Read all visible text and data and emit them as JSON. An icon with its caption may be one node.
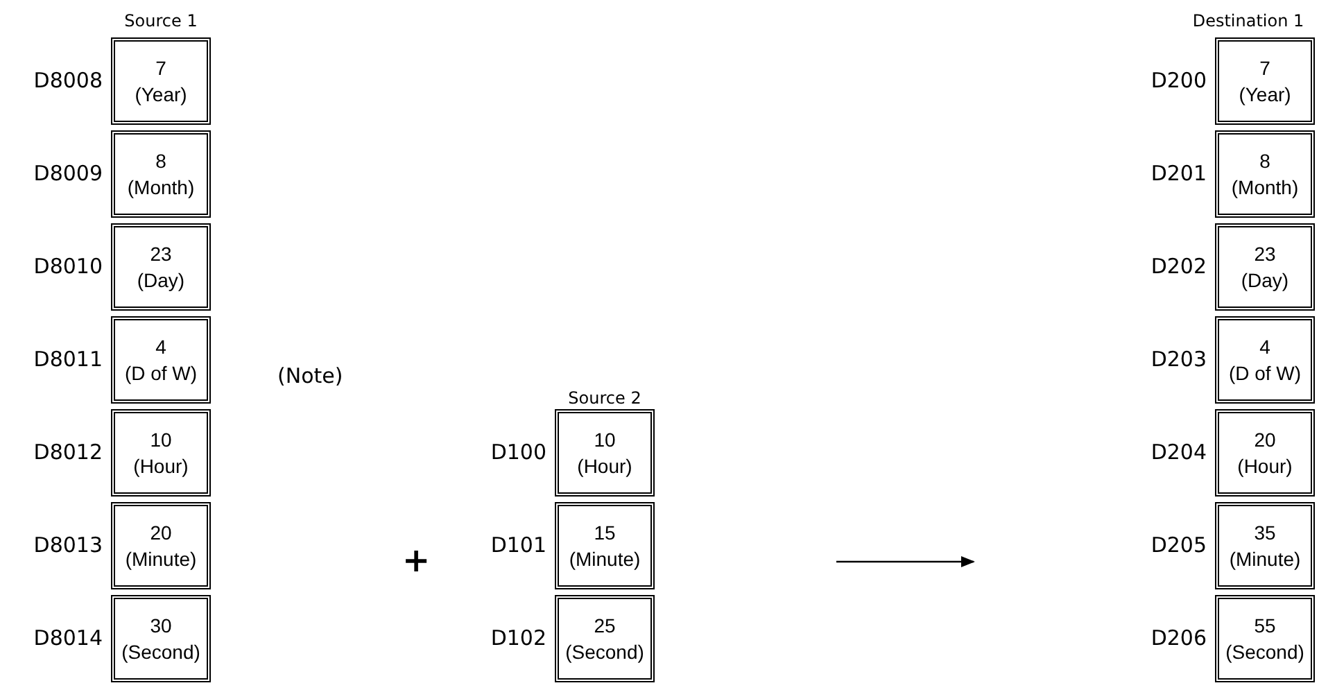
{
  "diagram": {
    "nodes": [
      {
        "text": [
          "7",
          "(Year)"
        ],
        "beside": [
          "D8008"
        ]
      },
      {
        "text": [
          "8",
          "(Month)"
        ],
        "beside": [
          "D8009"
        ]
      },
      {
        "text": [
          "23",
          "(Day)"
        ],
        "beside": [
          "D8010"
        ]
      },
      {
        "text": [
          "4",
          "(D of W)"
        ],
        "beside": [
          "D8011"
        ]
      },
      {
        "text": [
          "10",
          "(Hour)"
        ],
        "beside": [
          "D8012"
        ]
      },
      {
        "text": [
          "20",
          "(Minute)"
        ],
        "beside": [
          "D8013"
        ]
      },
      {
        "text": [
          "30",
          "(Second)"
        ],
        "beside": [
          "D8014"
        ]
      },
      {
        "text": [
          "10",
          "(Hour)"
        ],
        "beside": [
          "D100"
        ]
      },
      {
        "text": [
          "15",
          "(Minute)"
        ],
        "beside": [
          "D101"
        ]
      },
      {
        "text": [
          "25",
          "(Second)"
        ],
        "beside": [
          "D102"
        ]
      },
      {
        "text": [
          "7",
          "(Year)"
        ],
        "beside": [
          "D200"
        ]
      },
      {
        "text": [
          "8",
          "(Month)"
        ],
        "beside": [
          "D201"
        ]
      },
      {
        "text": [
          "23",
          "(Day)"
        ],
        "beside": [
          "D202"
        ]
      },
      {
        "text": [
          "4",
          "(D of W)"
        ],
        "beside": [
          "D203"
        ]
      },
      {
        "text": [
          "20",
          "(Hour)"
        ],
        "beside": [
          "D204"
        ]
      },
      {
        "text": [
          "35",
          "(Minute)"
        ],
        "beside": [
          "D205"
        ]
      },
      {
        "text": [
          "55",
          "(Second)"
        ],
        "beside": [
          "D206"
        ]
      }
    ],
    "labels": [
      "Source 1",
      "Destination 1",
      "(Note)",
      "Source 2",
      "+"
    ]
  }
}
